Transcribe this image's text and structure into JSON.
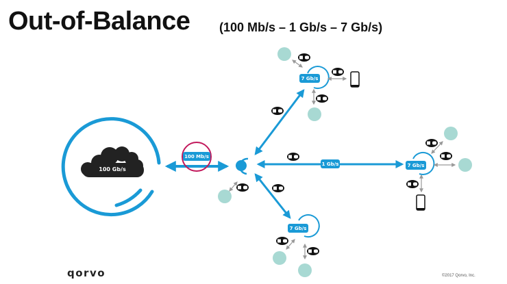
{
  "title": "Out-of-Balance",
  "subtitle": "(100 Mb/s – 1 Gb/s – 7 Gb/s)",
  "colors": {
    "accent": "#1a9ad6",
    "client": "#a8d9d3",
    "highlight": "#c2185b",
    "arrow_gray": "#999999",
    "cloud": "#222222"
  },
  "nodes": {
    "cloud": {
      "label": "100 Gb/s",
      "icon": "cloud-icon"
    },
    "uplink": {
      "label": "100 Mb/s",
      "icon": "bidirectional-arrow"
    },
    "router": {
      "label": "",
      "icon": "router-icon"
    },
    "top_extender": {
      "label": "7 Gb/s"
    },
    "right_extender": {
      "label": "7 Gb/s"
    },
    "bottom_extender": {
      "label": "7 Gb/s"
    },
    "backhaul_right": {
      "label": "1 Gb/s"
    }
  },
  "wifi_badge": "wifi-icon",
  "footer": {
    "logo": "qorvo",
    "copyright": "©2017 Qorvo, Inc."
  }
}
